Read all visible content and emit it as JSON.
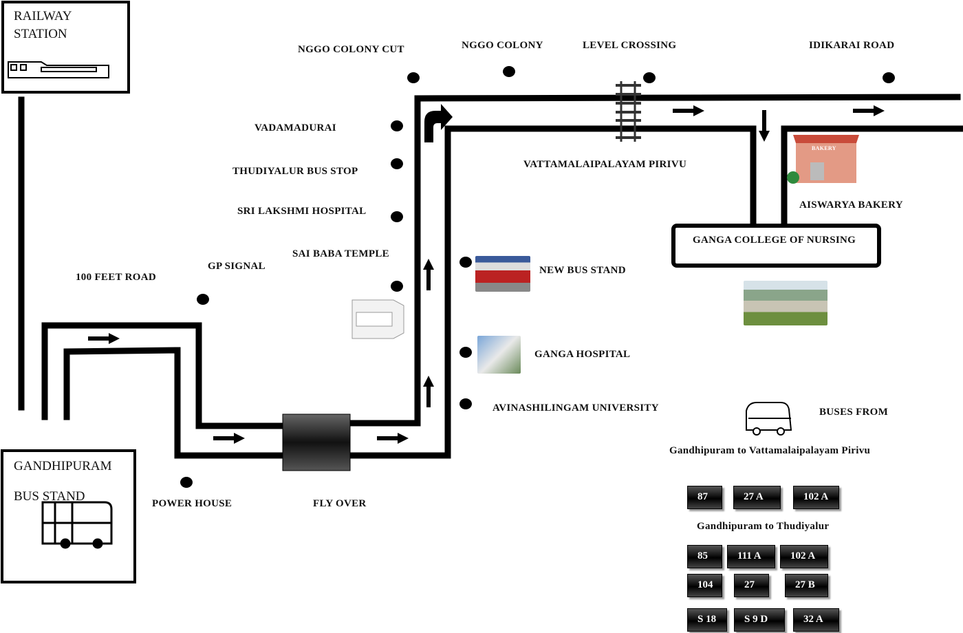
{
  "boxes": {
    "railway_line1": "RAILWAY",
    "railway_line2": "STATION",
    "gandhipuram_line1": "GANDHIPURAM",
    "gandhipuram_line2": "BUS STAND",
    "college": "GANGA COLLEGE OF NURSING"
  },
  "places": {
    "nggo_colony_cut": "NGGO COLONY CUT",
    "nggo_colony": "NGGO COLONY",
    "level_crossing": "LEVEL CROSSING",
    "idikarai_road": "IDIKARAI ROAD",
    "vadamadurai": "VADAMADURAI",
    "thudiyalur": "THUDIYALUR BUS STOP",
    "sri_lakshmi": "SRI LAKSHMI HOSPITAL",
    "sai_baba": "SAI BABA TEMPLE",
    "gp_signal": "GP SIGNAL",
    "feet_road": "100 FEET ROAD",
    "vattamalaipalayam": "VATTAMALAIPALAYAM PIRIVU",
    "aiswarya": "AISWARYA BAKERY",
    "new_bus_stand": "NEW BUS STAND",
    "ganga_hospital": "GANGA HOSPITAL",
    "avinashilingam": "AVINASHILINGAM UNIVERSITY",
    "power_house": "POWER HOUSE",
    "fly_over": "FLY OVER"
  },
  "bakery_sign": "BAKERY",
  "buses": {
    "title": "BUSES FROM",
    "route1": "Gandhipuram to Vattamalaipalayam Pirivu",
    "route1_numbers": [
      "87",
      "27 A",
      "102 A"
    ],
    "route2": "Gandhipuram to Thudiyalur",
    "route2_numbers": [
      "85",
      "111 A",
      "102 A",
      "104",
      "27",
      "27 B",
      "S 18",
      "S 9 D",
      "32 A"
    ]
  }
}
